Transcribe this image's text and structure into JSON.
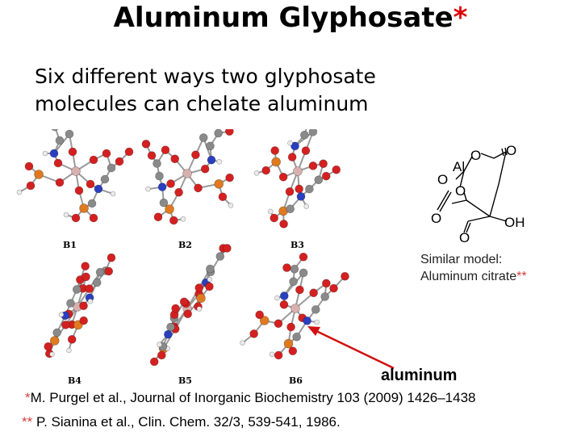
{
  "title": {
    "text": "Aluminum Glyphosate",
    "mark": "*"
  },
  "subtitle": {
    "line1": "Six different ways two glyphosate",
    "line2": "molecules can chelate aluminum"
  },
  "structures": [
    {
      "label": "B1"
    },
    {
      "label": "B2"
    },
    {
      "label": "B3"
    },
    {
      "label": "B4"
    },
    {
      "label": "B5"
    },
    {
      "label": "B6"
    }
  ],
  "citrate_atoms": {
    "al": "Al",
    "o": "O",
    "oh": "OH"
  },
  "similar_model": {
    "line1": "Similar model:",
    "line2": "Aluminum citrate",
    "mark": "**"
  },
  "arrow_label": "aluminum",
  "references": [
    {
      "mark": "*",
      "text": "M. Purgel et al., Journal of Inorganic Biochemistry 103 (2009) 1426–1438"
    },
    {
      "mark": "**",
      "text": " P. Sianina et al., Clin. Chem. 32/3, 539-541, 1986."
    }
  ],
  "colors": {
    "title_mark": "#e00000",
    "aluminum_atom": "#d9b0b0",
    "oxygen_atom": "#d42020",
    "carbon_atom": "#8a8a8a",
    "nitrogen_atom": "#2a3fbf",
    "phosphorus_atom": "#e07a20",
    "hydrogen_atom": "#eaeaea",
    "arrow": "#d01010"
  }
}
